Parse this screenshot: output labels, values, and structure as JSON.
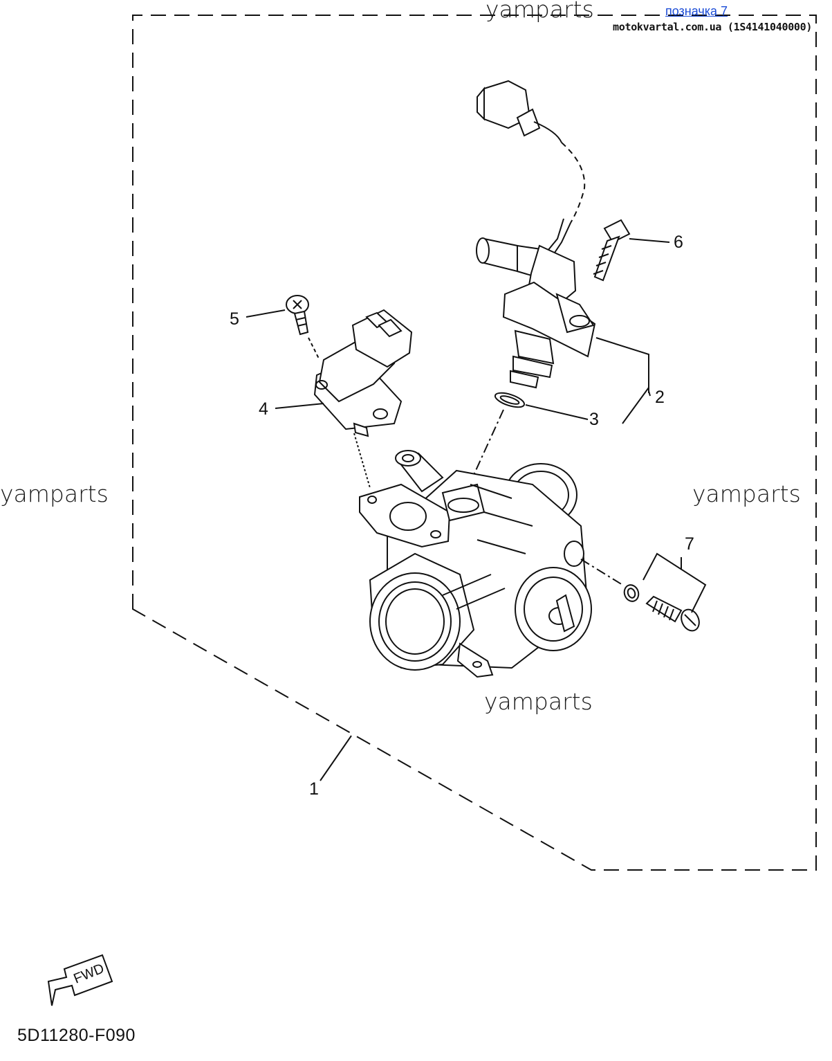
{
  "watermarks": {
    "top": "yamparts",
    "left": "yamparts",
    "right": "yamparts",
    "center": "yamparts"
  },
  "header": {
    "link_text": "позначка 7",
    "site_text": "motokvartal.com.ua (1S4141040000)"
  },
  "callouts": [
    "1",
    "2",
    "3",
    "4",
    "5",
    "6",
    "7"
  ],
  "footer": {
    "fwd_label": "FWD",
    "diagram_code": "5D11280-F090"
  },
  "colors": {
    "line": "#111111",
    "link": "#1a4bd6",
    "background": "#ffffff"
  }
}
